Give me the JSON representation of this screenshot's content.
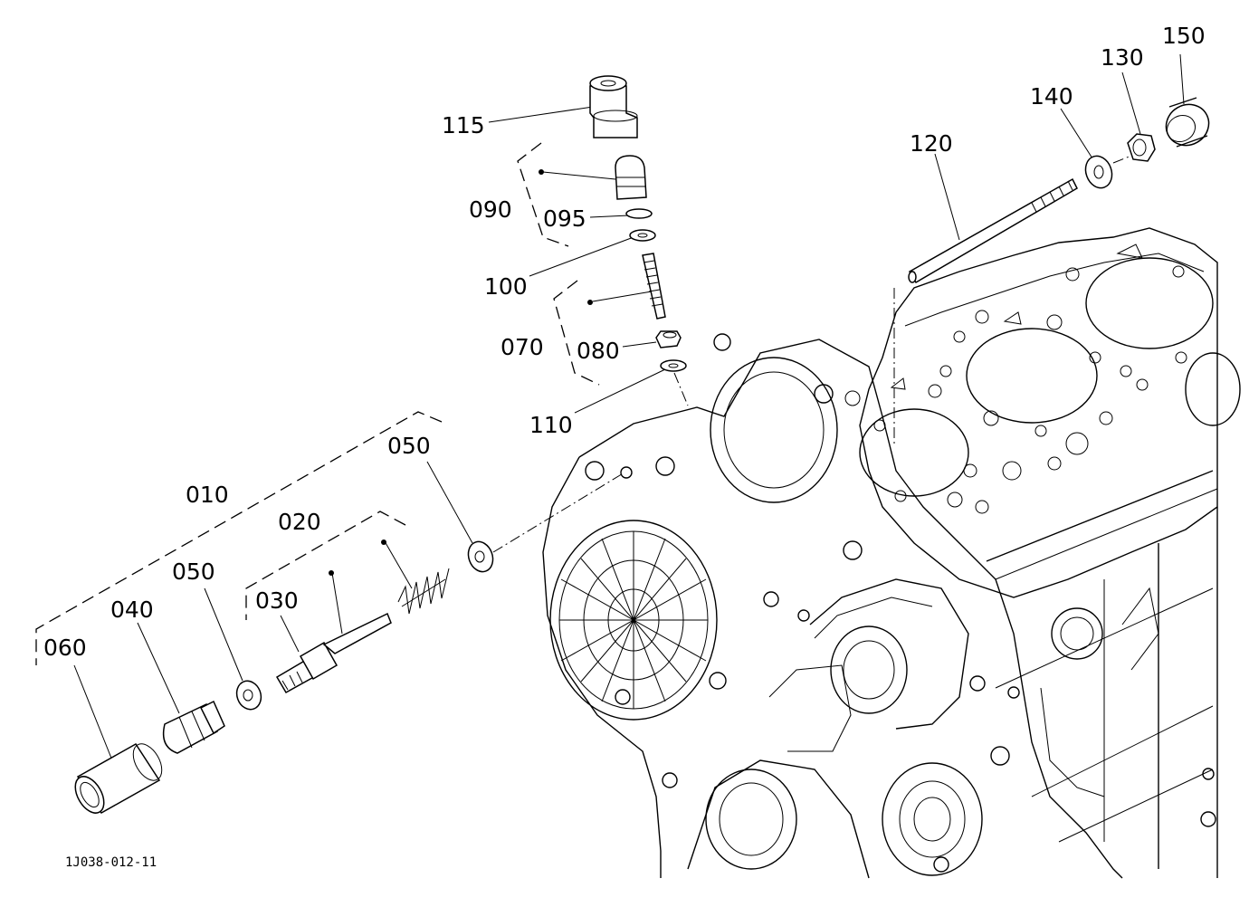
{
  "diagram": {
    "document_code": "1J038-012-11",
    "part_labels": {
      "p150": "150",
      "p130": "130",
      "p140": "140",
      "p120": "120",
      "p115": "115",
      "p090": "090",
      "p095": "095",
      "p100": "100",
      "p070": "070",
      "p080": "080",
      "p110": "110",
      "p050a": "050",
      "p010": "010",
      "p020": "020",
      "p050b": "050",
      "p030": "030",
      "p040": "040",
      "p060": "060"
    }
  }
}
